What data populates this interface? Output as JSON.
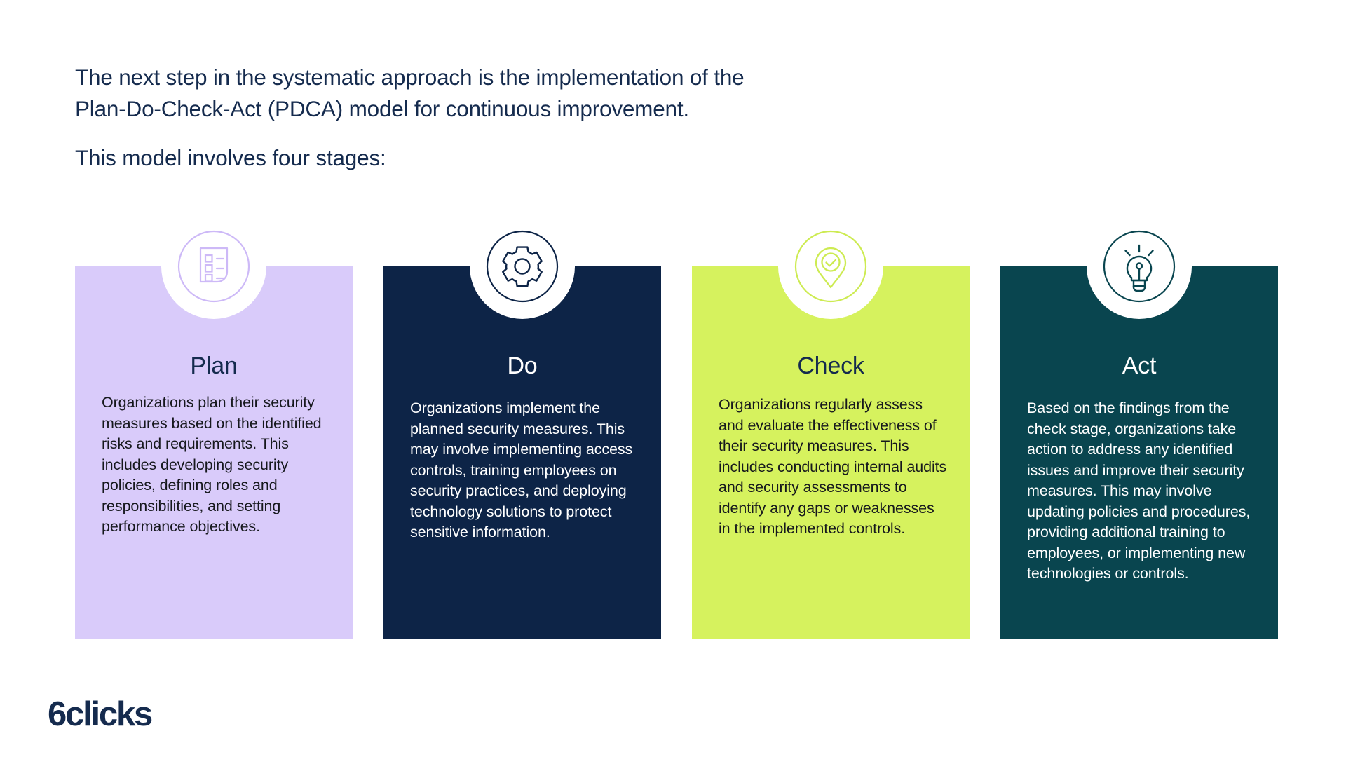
{
  "page": {
    "background": "#FFFFFF",
    "brand_navy": "#152B4E"
  },
  "intro": {
    "line1": "The next step in the systematic approach is the implementation of the",
    "line2": "Plan-Do-Check-Act (PDCA) model for continuous improvement.",
    "subheading": "This model involves four stages:"
  },
  "cards": [
    {
      "id": "plan",
      "title": "Plan",
      "body": "Organizations plan their security measures based on the identified risks and requirements. This includes developing security policies, defining roles and responsibilities, and setting performance objectives.",
      "background": "#D9CBFA",
      "accent": "#D9CBFA",
      "title_color": "#152B4E",
      "body_color": "#16181D",
      "icon": "checklist-document-icon"
    },
    {
      "id": "do",
      "title": "Do",
      "body": "Organizations implement the planned security measures. This may involve implementing access controls, training employees on security practices, and deploying technology solutions to protect sensitive information.",
      "background": "#0D2447",
      "accent": "#0D2447",
      "title_color": "#FFFFFF",
      "body_color": "#FFFFFF",
      "icon": "gear-icon"
    },
    {
      "id": "check",
      "title": "Check",
      "body": "Organizations regularly assess and evaluate the effectiveness of their security measures. This includes conducting internal audits and security assessments to identify any gaps or weaknesses in the implemented controls.",
      "background": "#D6F25E",
      "accent": "#CDEB52",
      "title_color": "#152B4E",
      "body_color": "#16181D",
      "icon": "map-pin-check-icon"
    },
    {
      "id": "act",
      "title": "Act",
      "body": "Based on the findings from the check stage, organizations take action to address any identified issues and improve their security measures. This may involve updating policies and procedures, providing additional training to employees, or implementing new technologies or controls.",
      "background": "#09454F",
      "accent": "#09454F",
      "title_color": "#FFFFFF",
      "body_color": "#FFFFFF",
      "icon": "lightbulb-icon"
    }
  ],
  "logo": {
    "text": "6clicks",
    "color": "#152B4E"
  }
}
